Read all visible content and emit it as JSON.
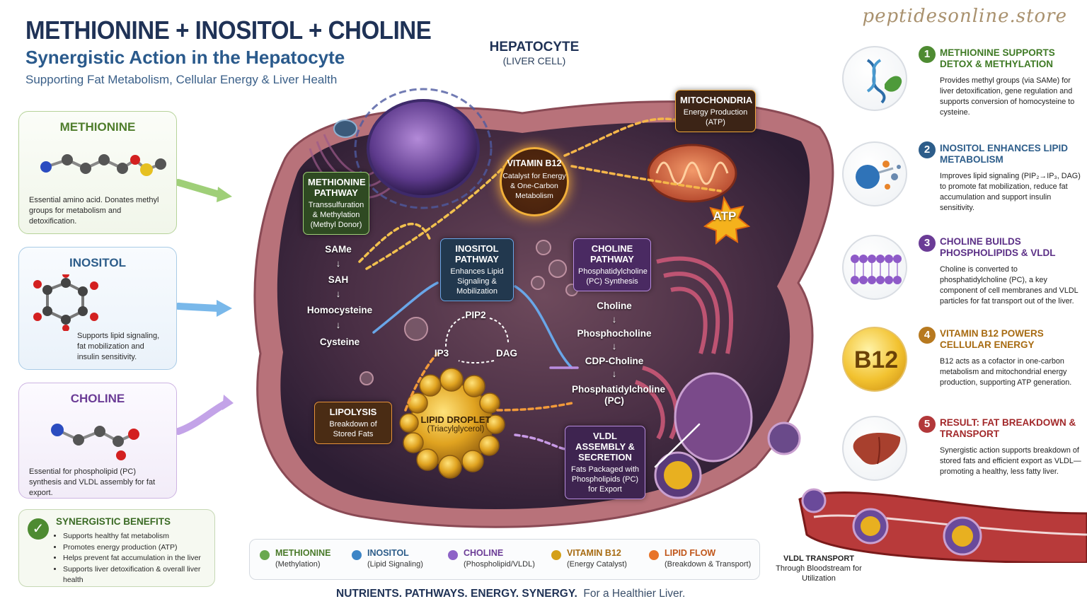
{
  "header": {
    "title": "METHIONINE + INOSITOL + CHOLINE",
    "subtitle": "Synergistic Action in the Hepatocyte",
    "tagline": "Supporting Fat Metabolism, Cellular Energy & Liver Health",
    "watermark": "peptidesonline.store"
  },
  "cell_label": {
    "title": "HEPATOCYTE",
    "subtitle": "(LIVER CELL)"
  },
  "nutrients": {
    "methionine": {
      "name": "METHIONINE",
      "desc": "Essential amino acid. Donates methyl groups for metabolism and detoxification."
    },
    "inositol": {
      "name": "INOSITOL",
      "desc": "Supports lipid signaling, fat mobilization and insulin sensitivity."
    },
    "choline": {
      "name": "CHOLINE",
      "desc": "Essential for phospholipid (PC) synthesis and VLDL assembly for fat export."
    }
  },
  "benefits": {
    "title": "SYNERGISTIC BENEFITS",
    "items": [
      "Supports healthy fat metabolism",
      "Promotes energy production (ATP)",
      "Helps prevent fat accumulation in the liver",
      "Supports liver detoxification & overall liver health"
    ]
  },
  "pathways": {
    "methionine": {
      "title": "METHIONINE PATHWAY",
      "desc": "Transsulfuration & Methylation (Methyl Donor)",
      "steps": [
        "SAMe",
        "SAH",
        "Homocysteine",
        "Cysteine"
      ]
    },
    "inositol": {
      "title": "INOSITOL PATHWAY",
      "desc": "Enhances Lipid Signaling & Mobilization",
      "cycle": [
        "PIP2",
        "IP3",
        "DAG"
      ]
    },
    "choline": {
      "title": "CHOLINE PATHWAY",
      "desc": "Phosphatidylcholine (PC) Synthesis",
      "steps": [
        "Choline",
        "Phosphocholine",
        "CDP-Choline",
        "Phosphatidylcholine (PC)"
      ]
    },
    "b12": {
      "title": "VITAMIN B12",
      "desc": "Catalyst for Energy & One-Carbon Metabolism"
    },
    "mitochondria": {
      "title": "MITOCHONDRIA",
      "desc": "Energy Production (ATP)"
    },
    "atp": "ATP",
    "lipolysis": {
      "title": "LIPOLYSIS",
      "desc": "Breakdown of Stored Fats"
    },
    "lipid_droplet": {
      "title": "LIPID DROPLET",
      "desc": "(Triacylglycerol)"
    },
    "vldl": {
      "title": "VLDL ASSEMBLY & SECRETION",
      "desc": "Fats Packaged with Phospholipids (PC) for Export"
    }
  },
  "steps": [
    {
      "num": "1",
      "title": "METHIONINE SUPPORTS DETOX & METHYLATION",
      "desc": "Provides methyl groups (via SAMe) for liver detoxification, gene regulation and supports conversion of homocysteine to cysteine.",
      "color": "#4e8b32",
      "icon": "dna-leaf-icon"
    },
    {
      "num": "2",
      "title": "INOSITOL ENHANCES LIPID METABOLISM",
      "desc": "Improves lipid signaling (PIP₂→IP₃, DAG) to promote fat mobilization, reduce fat accumulation and support insulin sensitivity.",
      "color": "#2d5d8a",
      "icon": "molecule-icon"
    },
    {
      "num": "3",
      "title": "CHOLINE BUILDS PHOSPHOLIPIDS & VLDL",
      "desc": "Choline is converted to phosphatidylcholine (PC), a key component of cell membranes and VLDL particles for fat transport out of the liver.",
      "color": "#6b3c96",
      "icon": "membrane-icon"
    },
    {
      "num": "4",
      "title": "VITAMIN B12 POWERS CELLULAR ENERGY",
      "desc": "B12 acts as a cofactor in one-carbon metabolism and mitochondrial energy production, supporting ATP generation.",
      "color": "#b7791f",
      "icon": "b12-icon",
      "icon_text": "B12"
    },
    {
      "num": "5",
      "title": "RESULT: FAT BREAKDOWN & TRANSPORT",
      "desc": "Synergistic action supports breakdown of stored fats and efficient export as VLDL—promoting a healthy, less fatty liver.",
      "color": "#b2383a",
      "icon": "liver-icon"
    }
  ],
  "legend": [
    {
      "name": "METHIONINE",
      "desc": "(Methylation)",
      "color": "#6aa84f"
    },
    {
      "name": "INOSITOL",
      "desc": "(Lipid Signaling)",
      "color": "#3d85c6"
    },
    {
      "name": "CHOLINE",
      "desc": "(Phospholipid/VLDL)",
      "color": "#8e63c7"
    },
    {
      "name": "VITAMIN B12",
      "desc": "(Energy Catalyst)",
      "color": "#d4a017"
    },
    {
      "name": "LIPID FLOW",
      "desc": "(Breakdown & Transport)",
      "color": "#e8742a"
    }
  ],
  "vldl_transport": {
    "title": "VLDL TRANSPORT",
    "desc": "Through Bloodstream for Utilization"
  },
  "footer": {
    "bold": "NUTRIENTS. PATHWAYS. ENERGY. SYNERGY.",
    "rest": "For a Healthier Liver."
  }
}
